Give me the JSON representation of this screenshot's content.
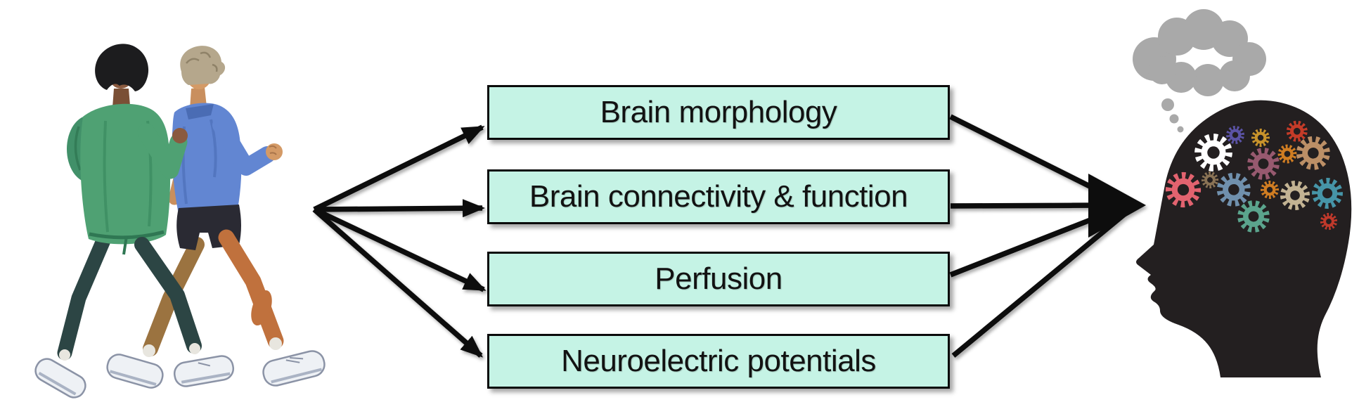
{
  "boxes": [
    {
      "label": "Brain morphology"
    },
    {
      "label": "Brain connectivity & function"
    },
    {
      "label": "Perfusion"
    },
    {
      "label": "Neuroelectric potentials"
    }
  ],
  "illustrations": {
    "left": "two-people-walking-briskly",
    "right": "head-silhouette-with-gears-and-thought-cloud"
  },
  "colors": {
    "background": "#ffffff",
    "box_fill": "#c5f3e5",
    "box_border": "#0a0a0a",
    "arrow": "#0a0a0a",
    "head_silhouette": "#231f20",
    "thought_cloud": "#a9a9a9",
    "left_walker_jacket": "#4fa173",
    "right_walker_jacket": "#6286d2",
    "gears": [
      "#ffffff",
      "#5b53a5",
      "#c8932b",
      "#c43b28",
      "#bc8f66",
      "#d07d22",
      "#97596f",
      "#e2636f",
      "#8a7355",
      "#7090ad",
      "#c3b393",
      "#4695a8",
      "#5ba48d",
      "#c0392b"
    ]
  }
}
